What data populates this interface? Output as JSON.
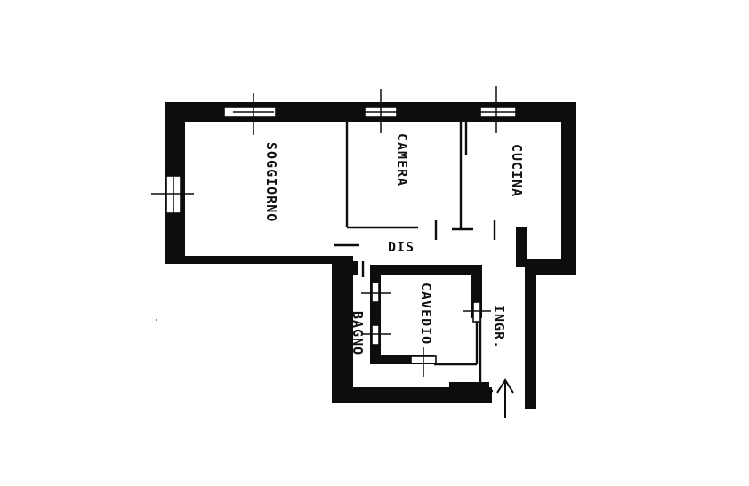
{
  "plan": {
    "rooms": {
      "soggiorno": "SOGGIORNO",
      "camera": "CAMERA",
      "cucina": "CUCINA",
      "dis": "DIS",
      "cavedio": "CAVEDIO",
      "bagno": "BAGNO",
      "ingr": "INGR."
    },
    "colors": {
      "wall": "#0d0d0d",
      "background": "#ffffff"
    },
    "icons": {
      "entrance": "arrow-up-icon"
    }
  }
}
